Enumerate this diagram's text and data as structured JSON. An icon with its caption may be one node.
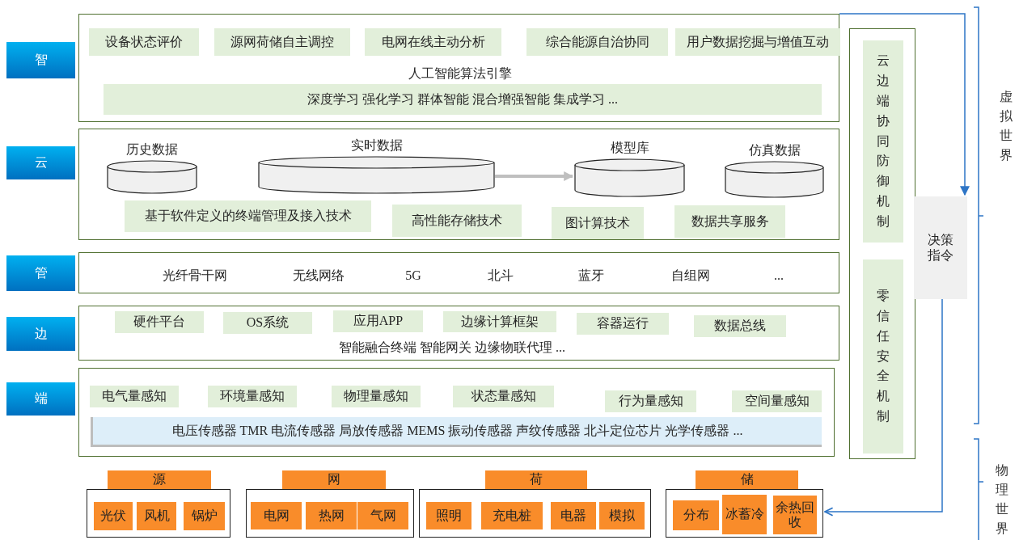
{
  "diagram": {
    "nodes": [
      {
        "text": [
          "智"
        ]
      },
      {
        "text": [
          "人工智能算法引擎"
        ]
      },
      {
        "text": [
          "设备状态评价"
        ],
        "in": 1
      },
      {
        "text": [
          "源网荷储自主调控"
        ],
        "in": 1
      },
      {
        "text": [
          "电网在线主动分析"
        ],
        "in": 1
      },
      {
        "text": [
          "综合能源自治协同"
        ],
        "in": 1
      },
      {
        "text": [
          "用户数据挖掘与增值互动"
        ],
        "in": 1
      },
      {
        "text": [
          "深度学习 强化学习 群体智能 混合增强智能 集成学习 ..."
        ],
        "in": 1
      },
      {
        "text": [
          "云"
        ]
      },
      {
        "text": [],
        "shape": "box"
      },
      {
        "text": [
          "历史数据"
        ],
        "in": 9
      },
      {
        "text": [
          "实时数据"
        ],
        "in": 9
      },
      {
        "text": [
          "模型库"
        ],
        "in": 9
      },
      {
        "text": [
          "仿真数据"
        ],
        "in": 9
      },
      {
        "text": [
          "基于软件定义的终端管理及接入技术"
        ],
        "in": 9
      },
      {
        "text": [
          "高性能存储技术"
        ],
        "in": 9
      },
      {
        "text": [
          "图计算技术"
        ],
        "in": 9
      },
      {
        "text": [
          "数据共享服务"
        ],
        "in": 9
      },
      {
        "text": [
          "管"
        ]
      },
      {
        "text": [
          "光纤骨干网",
          "无线网络",
          "5G",
          "北斗",
          "蓝牙",
          "自组网",
          "..."
        ]
      },
      {
        "text": [
          "边"
        ]
      },
      {
        "text": [
          "智能融合终端 智能网关 边缘物联代理 ..."
        ]
      },
      {
        "text": [
          "硬件平台"
        ],
        "in": 21
      },
      {
        "text": [
          "OS系统"
        ],
        "in": 21
      },
      {
        "text": [
          "应用APP"
        ],
        "in": 21
      },
      {
        "text": [
          "边缘计算框架"
        ],
        "in": 21
      },
      {
        "text": [
          "容器运行"
        ],
        "in": 21
      },
      {
        "text": [
          "数据总线"
        ],
        "in": 21
      },
      {
        "text": [
          "端"
        ]
      },
      {
        "text": [],
        "shape": "box"
      },
      {
        "text": [
          "电气量感知"
        ],
        "in": 29
      },
      {
        "text": [
          "环境量感知"
        ],
        "in": 29
      },
      {
        "text": [
          "物理量感知"
        ],
        "in": 29
      },
      {
        "text": [
          "状态量感知"
        ],
        "in": 29
      },
      {
        "text": [
          "行为量感知"
        ],
        "in": 29
      },
      {
        "text": [
          "空间量感知"
        ],
        "in": 29
      },
      {
        "text": [
          "电压传感器 TMR 电流传感器 局放传感器 MEMS 振动传感器 声纹传感器 北斗定位芯片 光学传感器 ..."
        ],
        "in": 29
      },
      {
        "text": [],
        "shape": "box"
      },
      {
        "text": [
          "云边端协同防御机制"
        ],
        "in": 37
      },
      {
        "text": [
          "零信任安全机制"
        ],
        "in": 37
      },
      {
        "text": [
          "决策指令"
        ]
      },
      {
        "text": [
          "源"
        ]
      },
      {
        "text": [],
        "shape": "box"
      },
      {
        "text": [
          "光伏"
        ],
        "in": 42
      },
      {
        "text": [
          "风机"
        ],
        "in": 42
      },
      {
        "text": [
          "锅炉"
        ],
        "in": 42
      },
      {
        "text": [
          "网"
        ]
      },
      {
        "text": [],
        "shape": "box"
      },
      {
        "text": [
          "电网"
        ],
        "in": 47
      },
      {
        "text": [
          "热网"
        ],
        "in": 47
      },
      {
        "text": [
          "气网"
        ],
        "in": 47
      },
      {
        "text": [
          "荷"
        ]
      },
      {
        "text": [],
        "shape": "box"
      },
      {
        "text": [
          "照明"
        ],
        "in": 52
      },
      {
        "text": [
          "充电桩"
        ],
        "in": 52
      },
      {
        "text": [
          "电器"
        ],
        "in": 52
      },
      {
        "text": [
          "模拟"
        ],
        "in": 52
      },
      {
        "text": [
          "储"
        ]
      },
      {
        "text": [],
        "shape": "box"
      },
      {
        "text": [
          "分布"
        ],
        "in": 58
      },
      {
        "text": [
          "冰蓄冷"
        ],
        "in": 58
      },
      {
        "text": [
          "余热回收"
        ],
        "in": 58
      }
    ],
    "edges": [
      {
        "from": 1,
        "to": 40,
        "arrow": "to"
      },
      {
        "from": 40,
        "to": 58,
        "arrow": "to"
      },
      {
        "from": 11,
        "to": 12,
        "arrow": "to",
        "style": "thick",
        "color": "#bfbfbf"
      }
    ],
    "labels": [
      "虚拟世界",
      "物理世界"
    ]
  }
}
